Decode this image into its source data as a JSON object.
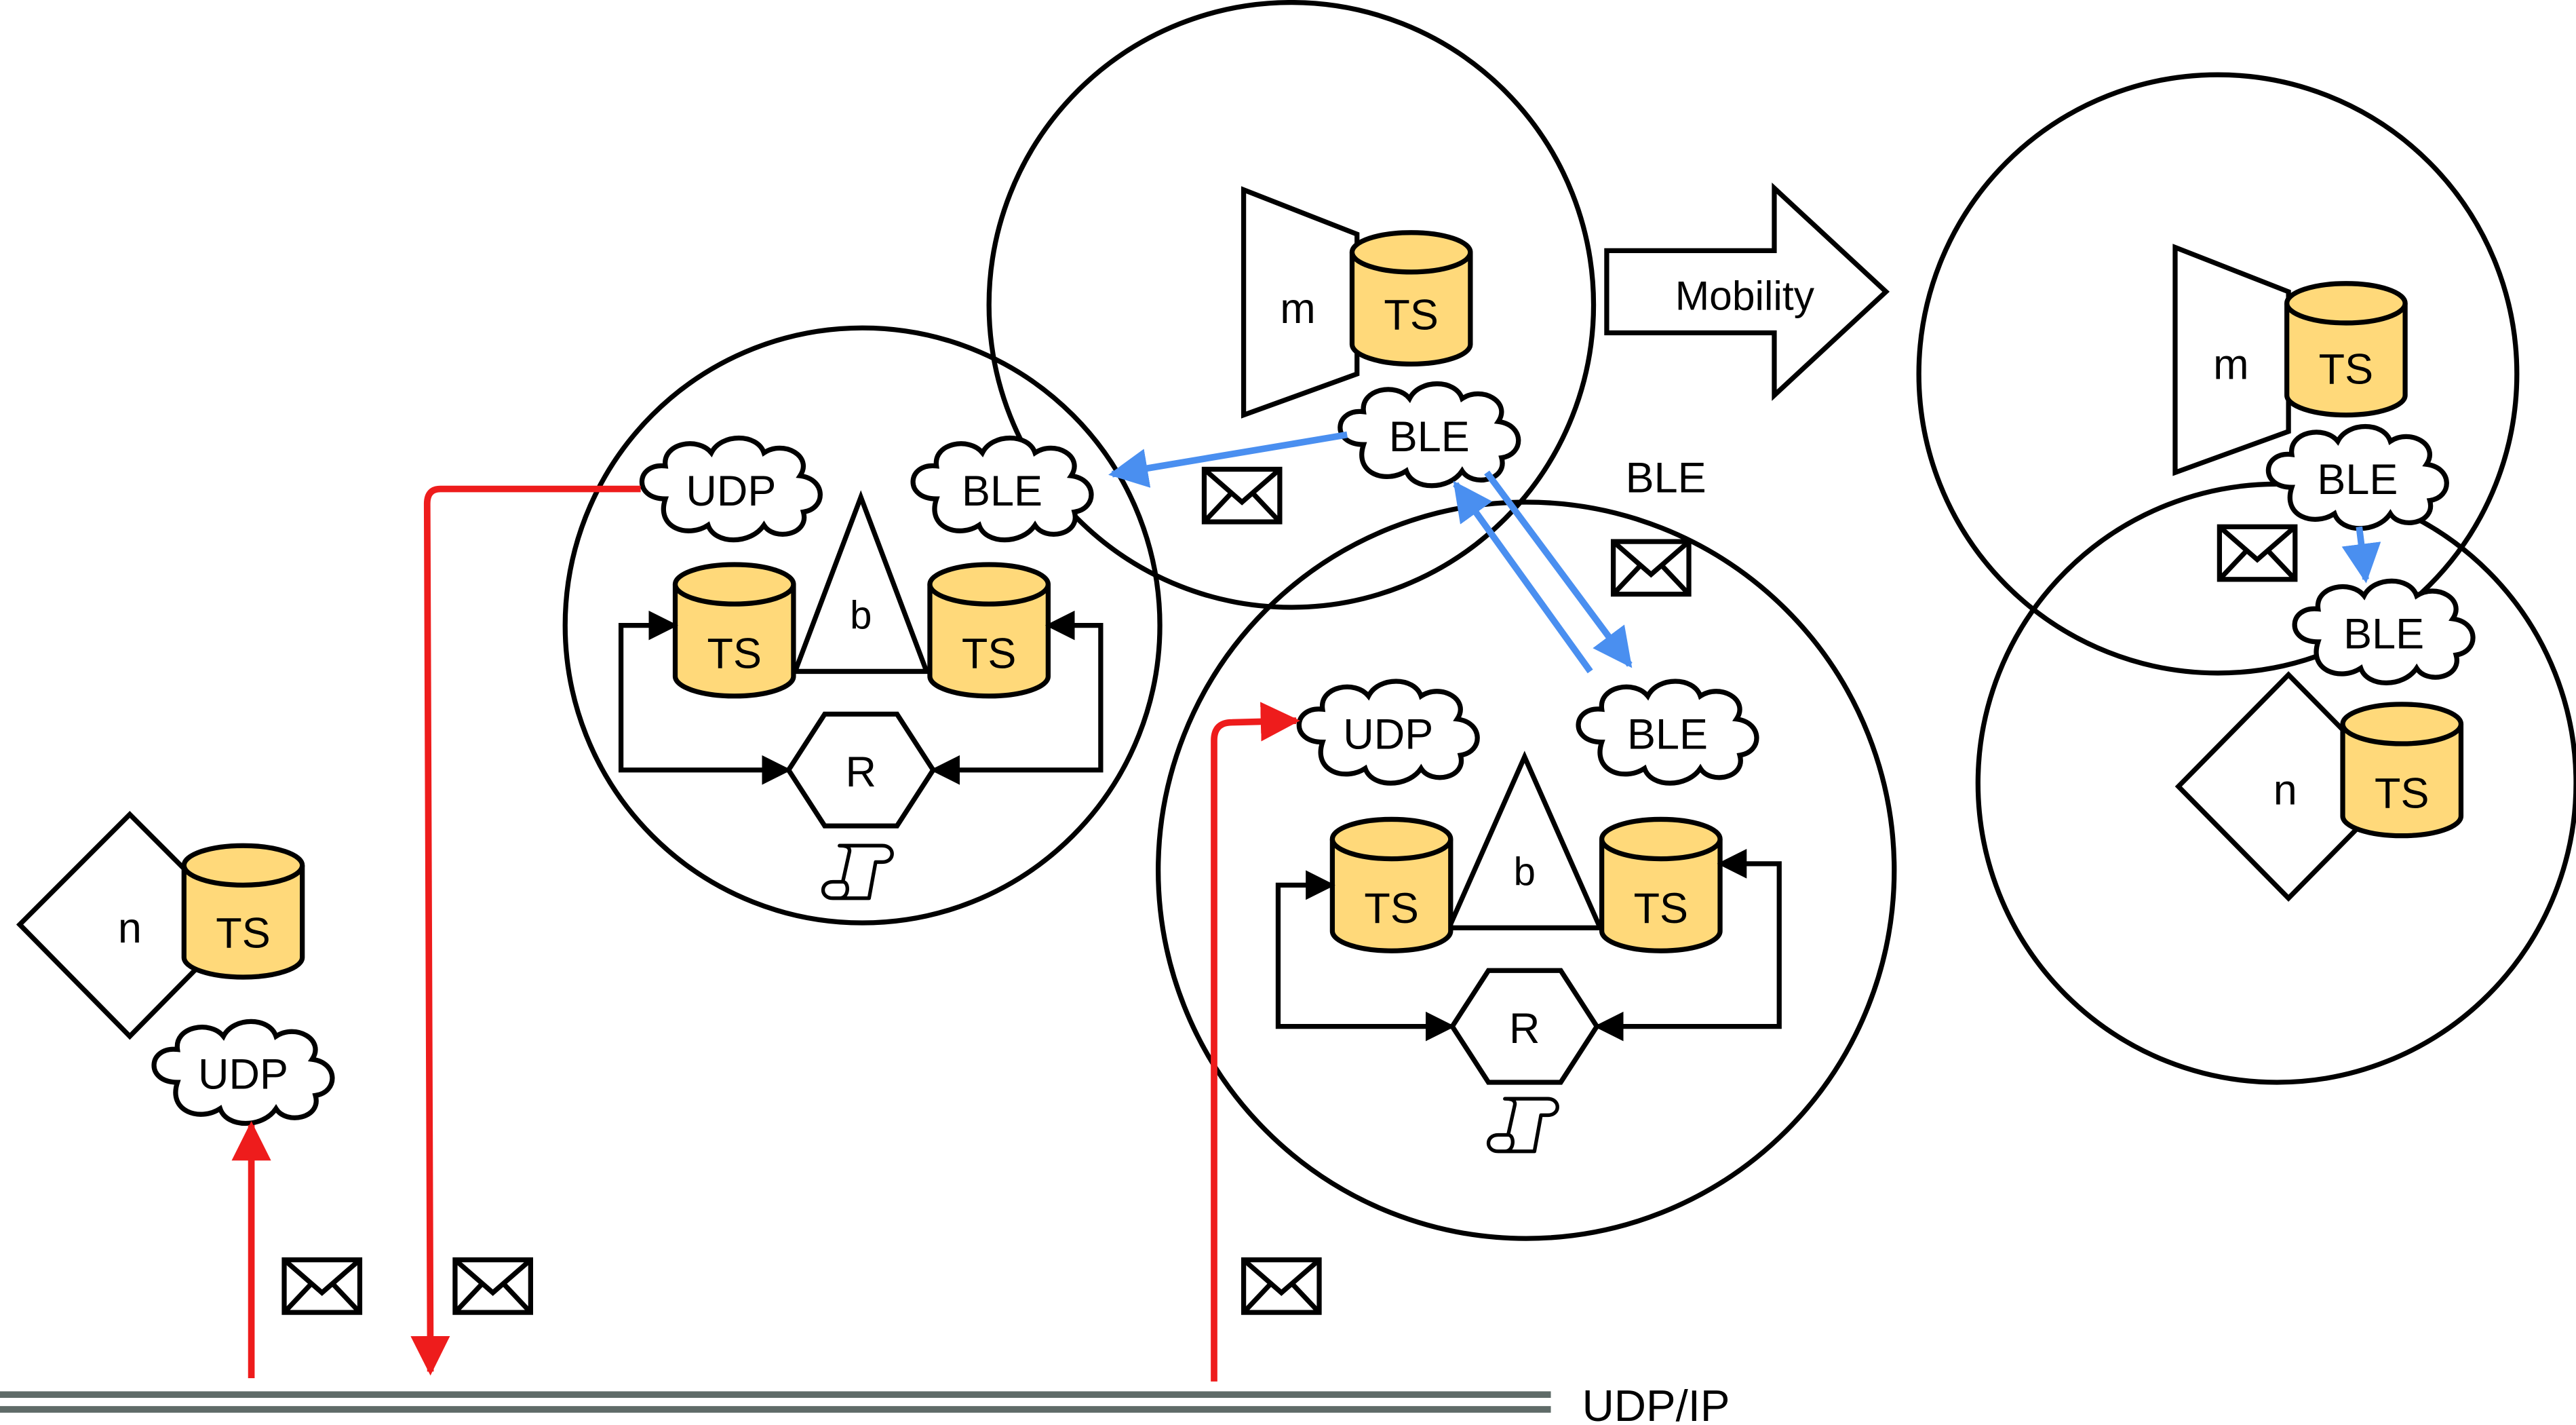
{
  "labels": {
    "ts": "TS",
    "udp": "UDP",
    "ble": "BLE",
    "router": "R",
    "broker": "b",
    "mobile": "m",
    "node": "n",
    "mobility": "Mobility",
    "ble_link": "BLE",
    "network": "UDP/IP"
  },
  "colors": {
    "udp_link": "#ee1c1c",
    "ble_link": "#4a8ff0",
    "tuple_space_fill": "#ffd97a",
    "network_line": "#5f6b68"
  },
  "icons": {
    "message": "envelope-icon",
    "script": "scroll-icon",
    "transport": "cloud-icon"
  }
}
